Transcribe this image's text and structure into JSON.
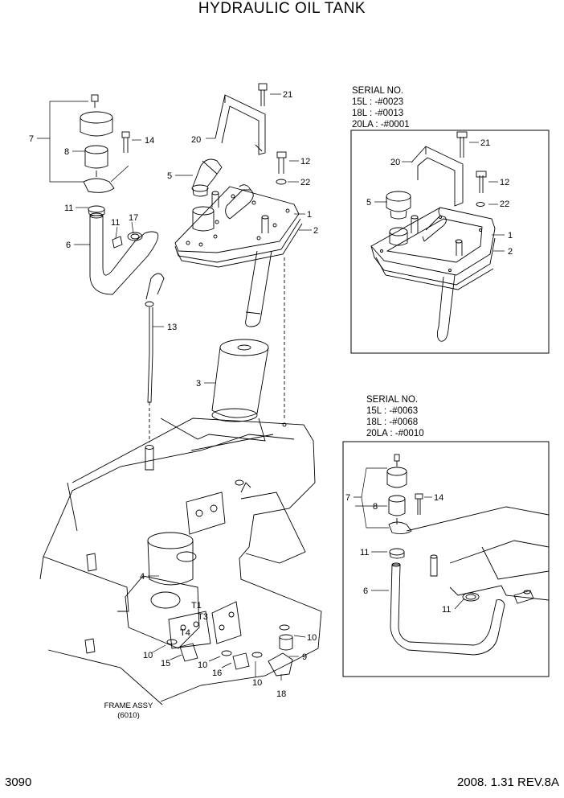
{
  "title": "HYDRAULIC OIL TANK",
  "inset_a": {
    "serial_heading": "SERIAL NO.",
    "serial_lines": [
      "15L : -#0023",
      "18L : -#0013",
      "20LA : -#0001"
    ],
    "callouts": {
      "c20": "20",
      "c21": "21",
      "c12": "12",
      "c22": "22",
      "c5": "5",
      "c1": "1",
      "c2": "2"
    }
  },
  "inset_b": {
    "serial_heading": "SERIAL NO.",
    "serial_lines": [
      "15L : -#0063",
      "18L : -#0068",
      "20LA : -#0010"
    ],
    "callouts": {
      "c7": "7",
      "c8": "8",
      "c14": "14",
      "c11a": "11",
      "c6": "6",
      "c11b": "11"
    }
  },
  "main": {
    "callouts": {
      "c21": "21",
      "c20": "20",
      "c12": "12",
      "c22": "22",
      "c1": "1",
      "c2": "2",
      "c5": "5",
      "c7": "7",
      "c8": "8",
      "c14": "14",
      "c11a": "11",
      "c11b": "11",
      "c17": "17",
      "c6": "6",
      "c13": "13",
      "c3": "3",
      "c4": "4",
      "c10a": "10",
      "c15": "15",
      "c10b": "10",
      "c16": "16",
      "c10c": "10",
      "c9": "9",
      "c10d": "10",
      "c18": "18",
      "t1": "T1",
      "t3": "T3",
      "t4": "T4"
    },
    "frame_assy": "FRAME ASSY",
    "frame_code": "(6010)"
  },
  "footer": {
    "page_number": "3090",
    "date_rev": "2008. 1.31  REV.8A"
  }
}
